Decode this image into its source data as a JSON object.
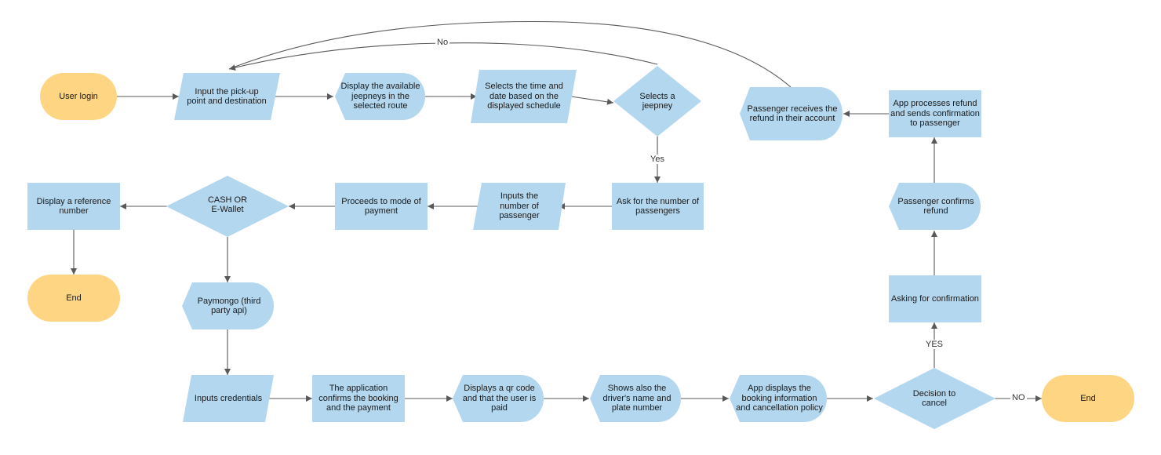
{
  "nodes": {
    "user_login": "User login",
    "input_pickup": "Input the pick-up point and destination",
    "display_jeepneys": "Display the available jeepneys in the selected route",
    "select_time": "Selects the time and date based on the displayed schedule",
    "select_jeepney": "Selects a jeepney",
    "ask_passengers": "Ask for the number of passengers",
    "inputs_passenger": "Inputs the number of passenger",
    "mode_payment": "Proceeds to mode of payment",
    "cash_ewallet": "CASH OR E-Wallet",
    "display_reference": "Display a reference number",
    "end_left": "End",
    "paymongo": "Paymongo (third party api)",
    "inputs_credentials": "Inputs credentials",
    "confirms_booking": "The application confirms the booking and the payment",
    "displays_qr": "Displays a qr code and that the user is paid",
    "shows_driver": "Shows also the driver's name and plate number",
    "app_displays_info": "App displays the booking information and cancellation policy",
    "decision_cancel": "Decision to cancel",
    "end_right": "End",
    "asking_confirmation": "Asking for confirmation",
    "passenger_confirms": "Passenger confirms refund",
    "app_processes_refund": "App processes refund and sends confirmation to passenger",
    "passenger_receives": "Passenger receives the refund in their account"
  },
  "edges": {
    "no_top": "No",
    "yes_jeepney": "Yes",
    "yes_cancel": "YES",
    "no_cancel": "NO"
  },
  "colors": {
    "process": "#b3d7ef",
    "terminal": "#fdd583",
    "edge": "#595959"
  }
}
